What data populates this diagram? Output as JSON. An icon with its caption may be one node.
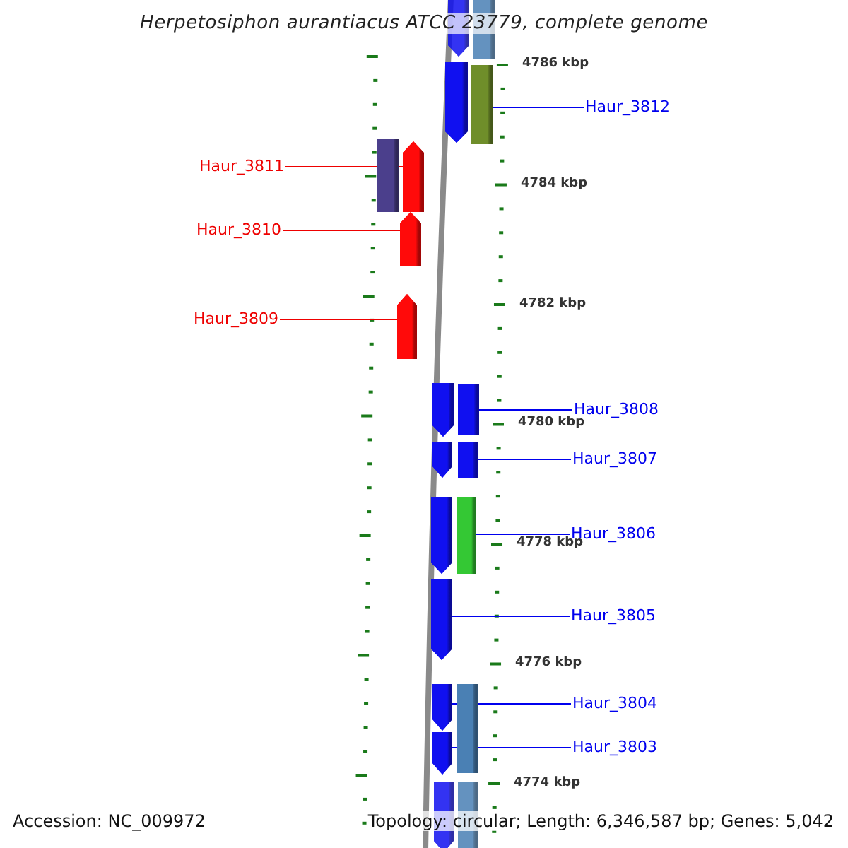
{
  "diagram": {
    "title": "Herpetosiphon aurantiacus ATCC 23779, complete genome",
    "nodes": [
      {
        "text": [
          "Haur_3812"
        ]
      },
      {
        "text": [
          "Haur_3811"
        ]
      },
      {
        "text": [
          "Haur_3810"
        ]
      },
      {
        "text": [
          "Haur_3809"
        ]
      },
      {
        "text": [
          "Haur_3808"
        ]
      },
      {
        "text": [
          "Haur_3807"
        ]
      },
      {
        "text": [
          "Haur_3806"
        ]
      },
      {
        "text": [
          "Haur_3805"
        ]
      },
      {
        "text": [
          "Haur_3804"
        ]
      },
      {
        "text": [
          "Haur_3803"
        ]
      },
      {
        "text": [],
        "shape": "arrow"
      },
      {
        "text": [],
        "shape": "bar"
      },
      {
        "text": [],
        "shape": "arrow"
      },
      {
        "text": [],
        "shape": "bar"
      },
      {
        "text": [],
        "shape": "bar"
      },
      {
        "text": [],
        "shape": "arrow"
      },
      {
        "text": [],
        "shape": "arrow"
      },
      {
        "text": [],
        "shape": "arrow"
      },
      {
        "text": [],
        "shape": "arrow"
      },
      {
        "text": [],
        "shape": "bar"
      },
      {
        "text": [],
        "shape": "arrow"
      },
      {
        "text": [],
        "shape": "bar"
      },
      {
        "text": [],
        "shape": "arrow"
      },
      {
        "text": [],
        "shape": "bar"
      },
      {
        "text": [],
        "shape": "arrow"
      },
      {
        "text": [],
        "shape": "arrow"
      },
      {
        "text": [],
        "shape": "arrow"
      },
      {
        "text": [],
        "shape": "bar"
      },
      {
        "text": [],
        "shape": "arrow"
      },
      {
        "text": [],
        "shape": "bar"
      }
    ],
    "edges": [
      {
        "from": 0,
        "to": 13,
        "arrow": "none"
      },
      {
        "from": 1,
        "to": 15,
        "arrow": "none",
        "color": "#ee0000"
      },
      {
        "from": 2,
        "to": 16,
        "arrow": "none",
        "color": "#ee0000"
      },
      {
        "from": 3,
        "to": 17,
        "arrow": "none",
        "color": "#ee0000"
      },
      {
        "from": 4,
        "to": 19,
        "arrow": "none"
      },
      {
        "from": 5,
        "to": 21,
        "arrow": "none"
      },
      {
        "from": 6,
        "to": 23,
        "arrow": "none"
      },
      {
        "from": 7,
        "to": 24,
        "arrow": "none"
      },
      {
        "from": 8,
        "to": 25,
        "arrow": "none"
      },
      {
        "from": 9,
        "to": 26,
        "arrow": "none"
      }
    ],
    "labels": [
      "4786 kbp",
      "4784 kbp",
      "4782 kbp",
      "4780 kbp",
      "4778 kbp",
      "4776 kbp",
      "4774 kbp",
      "Accession: NC_009972",
      "Topology: circular; Length: 6,346,587 bp; Genes: 5,042"
    ]
  }
}
